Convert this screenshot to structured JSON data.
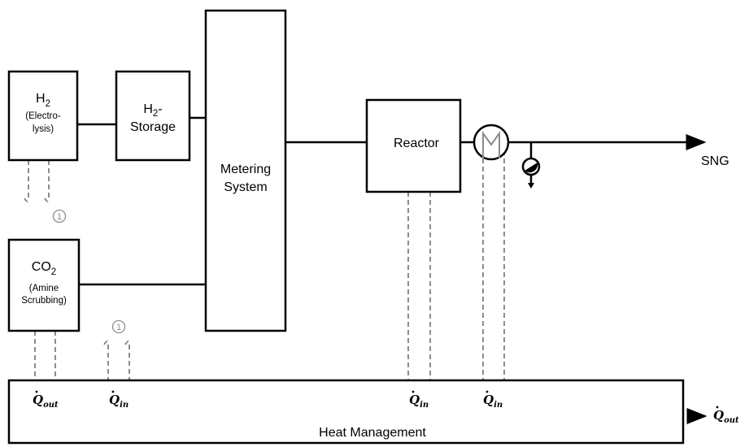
{
  "blocks": {
    "h2": {
      "main": "H",
      "sub": "2",
      "line1": "(Electro-",
      "line2": "lysis)"
    },
    "h2_storage": {
      "main": "H",
      "sub": "2",
      "suffix": "-",
      "line2": "Storage"
    },
    "co2": {
      "main": "CO",
      "sub": "2",
      "line1": "(Amine",
      "line2": "Scrubbing)"
    },
    "metering": {
      "line1": "Metering",
      "line2": "System"
    },
    "reactor": {
      "label": "Reactor"
    },
    "heat_management": {
      "label": "Heat Management"
    }
  },
  "outputs": {
    "sng": "SNG"
  },
  "heat_flows": {
    "co2_out": {
      "symbol": "Q",
      "sub": "out"
    },
    "electrolysis_in": {
      "symbol": "Q",
      "sub": "in"
    },
    "reactor_in": {
      "symbol": "Q",
      "sub": "in"
    },
    "hx_in": {
      "symbol": "Q",
      "sub": "in"
    },
    "total_out": {
      "symbol": "Q",
      "sub": "out"
    }
  },
  "connector_marker": "1"
}
